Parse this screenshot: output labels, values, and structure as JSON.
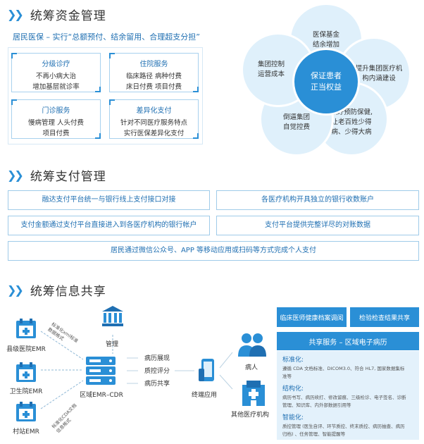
{
  "sections": {
    "fund": {
      "title": "统筹资金管理",
      "subtitle": "居民医保 – 实行“总额预付、结余留用、合理超支分担”",
      "cards": [
        {
          "title": "分级诊疗",
          "lines": [
            "不再小病大治",
            "增加基层就诊率"
          ]
        },
        {
          "title": "住院服务",
          "lines": [
            "临床路径  病种付费",
            "床日付费  项目付费"
          ]
        },
        {
          "title": "门诊服务",
          "lines": [
            "慢病管理    人头付费",
            "项目付费"
          ]
        },
        {
          "title": "差异化支付",
          "lines": [
            "针对不同医疗服务特点",
            "实行医保差异化支付"
          ]
        }
      ],
      "flower": {
        "center": [
          "保证患者",
          "正当权益"
        ],
        "petals": [
          [
            "医保基金",
            "结余增加"
          ],
          [
            "提升集团医疗机",
            "构内涵建设"
          ],
          [
            "做好预防保健,",
            "让老百姓少得",
            "病、少得大病"
          ],
          [
            "倒逼集团",
            "自觉控费"
          ],
          [
            "集团控制",
            "运营成本"
          ]
        ]
      }
    },
    "payment": {
      "title": "统筹支付管理",
      "items": [
        "融达支付平台统一与银行线上支付接口对接",
        "各医疗机构开具独立的银行收数账户",
        "支付金额通过支付平台直接进入到各医疗机构的银行帐户",
        "支付平台提供完整详尽的对账数据",
        "居民通过微信公众号、APP 等移动应用或扫码等方式完成个人支付"
      ]
    },
    "info": {
      "title": "统筹信息共享",
      "emr": [
        "县级医院EMR",
        "卫生院EMR",
        "村站EMR"
      ],
      "top_note": [
        "标准化xml标准",
        "数据格式"
      ],
      "bottom_note": [
        "标准化CDA文档",
        "信息格式"
      ],
      "govern": "管理",
      "cdr": "区域EMR–CDR",
      "middle": [
        "病历展现",
        "质控评分",
        "病历共享"
      ],
      "terminal": "终端应用",
      "patient": "病人",
      "other": "其他医疗机构",
      "tags": [
        "临床医师健康档案调阅",
        "检验检查结果共享"
      ],
      "share_title": "共享服务 – 区域电子病历",
      "share": [
        {
          "h": "标准化:",
          "t": [
            "遵循 CDA 文档标准、DICOM3.0、符合 HL7, 国家数据集标",
            "准等"
          ]
        },
        {
          "h": "结构化:",
          "t": [
            "病历书写、病历续打、修改留痕、三级检诊、电子签名、诊断",
            "管理、知识库、内外部数据引用等"
          ]
        },
        {
          "h": "智能化:",
          "t": [
            "质控管理 (医生自评、环节质控、终末质控、病历抽查、病历",
            "归档) 、任务管理、智能提醒等"
          ]
        }
      ]
    }
  },
  "colors": {
    "accent": "#2a8fd6",
    "border": "#9fcbe9",
    "text_blue": "#1f6fb2"
  }
}
